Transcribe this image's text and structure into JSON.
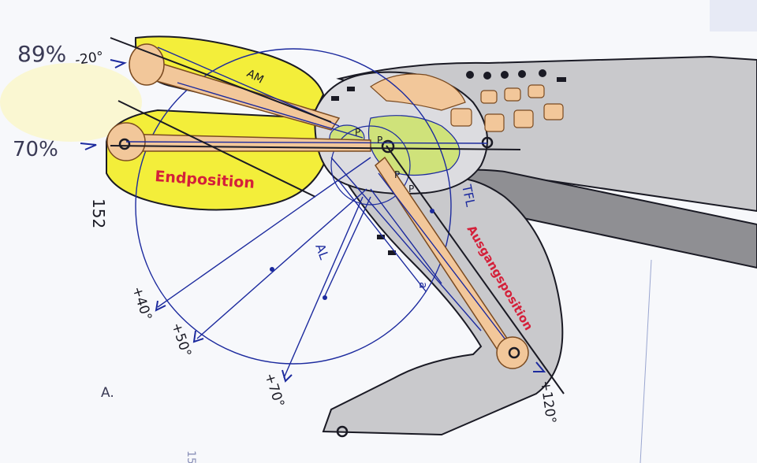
{
  "labels": {
    "pct_top": "89%",
    "angle_top": "-20°",
    "pct_mid": "70%",
    "muscle_am": "AM",
    "endposition": "Endposition",
    "num_152": "152",
    "muscle_al": "AL",
    "muscle_tfl": "TFL",
    "ausgangsposition": "Ausgangsposition",
    "angle_40": "+40°",
    "angle_50": "+50°",
    "angle_70": "+70°",
    "angle_120": "+120°",
    "letter_p1": "P",
    "letter_p2": "P",
    "letter_p3": "P",
    "letter_p4": "P",
    "letter_a": "a",
    "corner_a": "A.",
    "bottom_15": "15"
  },
  "colors": {
    "ink_blue": "#1c2a9e",
    "ink_dark": "#1a1a24",
    "bone": "#f2c79a",
    "bone_line": "#7a4a20",
    "highlight": "#f3ee3a",
    "pelvis_green": "#cfe27a",
    "skin_gray": "#c9c9cc",
    "dark_gray": "#8f8f93",
    "red_text": "#d4203a",
    "paper": "#f7f8fb"
  }
}
